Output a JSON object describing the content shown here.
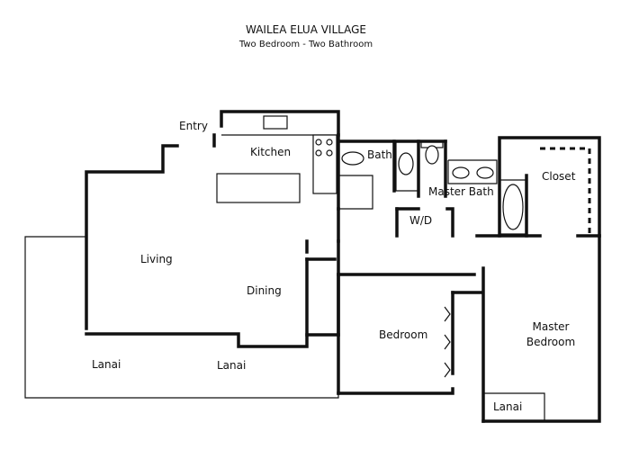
{
  "header": {
    "title": "WAILEA ELUA VILLAGE",
    "subtitle": "Two Bedroom - Two Bathroom"
  },
  "rooms": {
    "entry": "Entry",
    "kitchen": "Kitchen",
    "bath": "Bath",
    "master_bath": "Master Bath",
    "closet": "Closet",
    "wd": "W/D",
    "living": "Living",
    "dining": "Dining",
    "lanai_left": "Lanai",
    "lanai_center": "Lanai",
    "bedroom": "Bedroom",
    "master_bedroom_line1": "Master",
    "master_bedroom_line2": "Bedroom",
    "lanai_master": "Lanai"
  }
}
